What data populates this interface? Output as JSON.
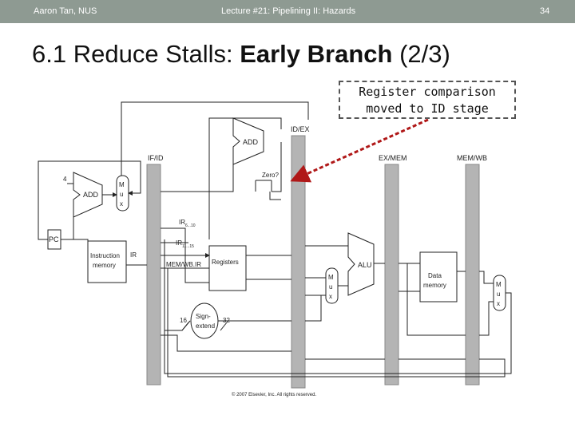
{
  "header": {
    "author": "Aaron Tan, NUS",
    "lecture": "Lecture #21: Pipelining II: Hazards",
    "page": "34"
  },
  "title": {
    "prefix": "6.1 Reduce Stalls: ",
    "bold": "Early Branch",
    "suffix": " (2/3)"
  },
  "callout": {
    "line1": "Register comparison",
    "line2": "moved to ID stage"
  },
  "diagram": {
    "registers": {
      "if_id": "IF/ID",
      "id_ex": "ID/EX",
      "ex_mem": "EX/MEM",
      "mem_wb": "MEM/WB"
    },
    "pc": "PC",
    "four": "4",
    "add_if": "ADD",
    "add_branch": "ADD",
    "zero": "Zero?",
    "mux_if": [
      "M",
      "u",
      "x"
    ],
    "mux_ex": [
      "M",
      "u",
      "x"
    ],
    "mux_wb": [
      "M",
      "u",
      "x"
    ],
    "instruction_memory": [
      "Instruction",
      "memory"
    ],
    "ir": "IR",
    "ir_6_10": "IR",
    "ir_6_10_sub": "6...10",
    "ir_11_15": "IR",
    "ir_11_15_sub": "11...15",
    "mem_wb_ir": "MEM/WB.IR",
    "registers_label": "Registers",
    "alu": "ALU",
    "data_memory": [
      "Data",
      "memory"
    ],
    "sign_extend": [
      "Sign-",
      "extend"
    ],
    "bits_16": "16",
    "bits_32": "32",
    "copyright": "© 2007 Elsevier, Inc. All rights reserved."
  }
}
